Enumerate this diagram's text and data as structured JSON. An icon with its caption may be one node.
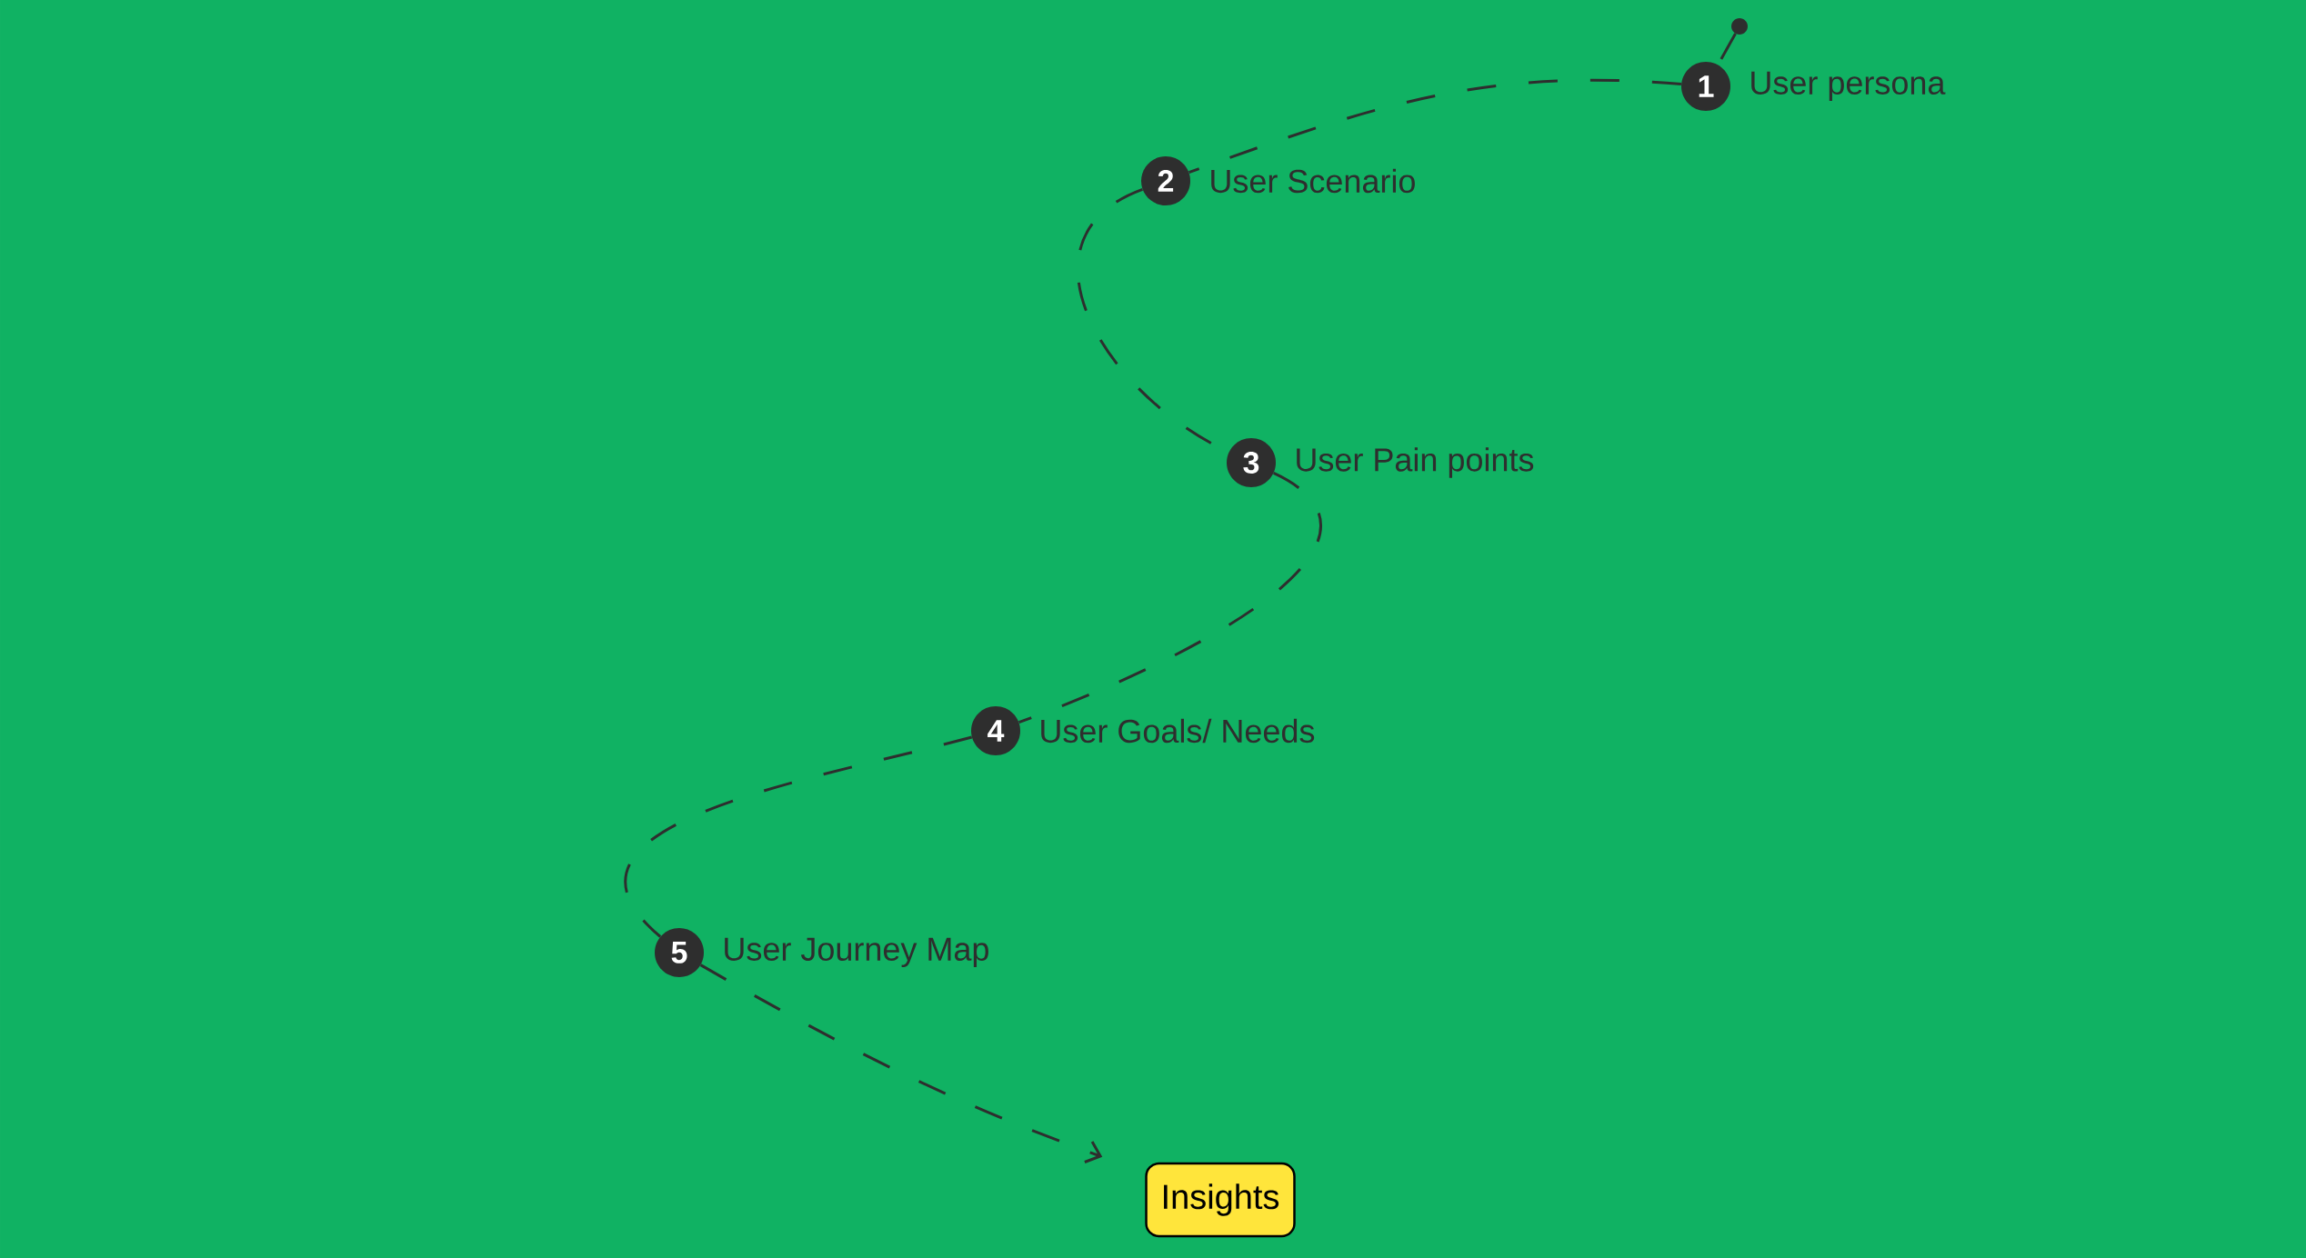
{
  "diagram": {
    "nodes": [
      {
        "text": [],
        "shape": "circle"
      },
      {
        "text": [
          "1"
        ],
        "beside": [
          "User persona"
        ]
      },
      {
        "text": [
          "2"
        ],
        "beside": [
          "User Scenario"
        ]
      },
      {
        "text": [
          "3"
        ],
        "beside": [
          "User Pain points"
        ]
      },
      {
        "text": [
          "4"
        ],
        "beside": [
          "User Goals/ Needs"
        ]
      },
      {
        "text": [
          "5"
        ],
        "beside": [
          "User Journey Map"
        ]
      },
      {
        "text": [
          "Insights"
        ]
      }
    ],
    "edges": [
      {
        "from": 0,
        "to": 1,
        "arrow": "none",
        "style": "dashed"
      },
      {
        "from": 1,
        "to": 2,
        "arrow": "none",
        "style": "dashed"
      },
      {
        "from": 2,
        "to": 3,
        "arrow": "none",
        "style": "dashed"
      },
      {
        "from": 3,
        "to": 4,
        "arrow": "none",
        "style": "dashed"
      },
      {
        "from": 4,
        "to": 5,
        "arrow": "none",
        "style": "dashed"
      },
      {
        "from": 5,
        "to": 6,
        "arrow": "to",
        "style": "dashed"
      }
    ]
  }
}
